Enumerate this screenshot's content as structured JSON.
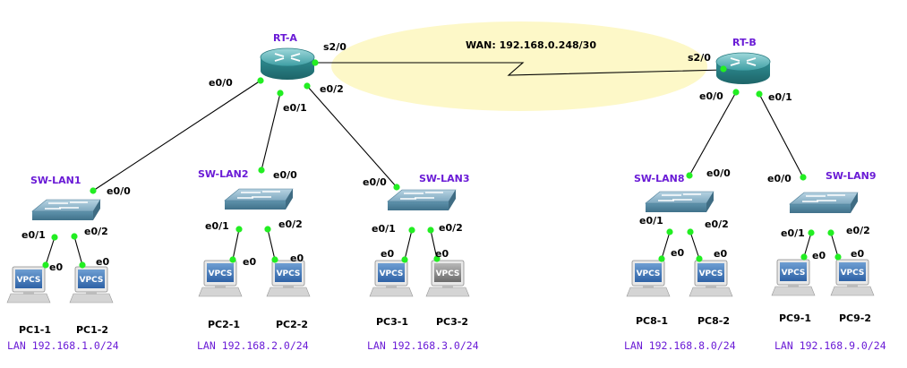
{
  "wan": {
    "label": "WAN: 192.168.0.248/30",
    "highlight_color": "#fdf8c8"
  },
  "colors": {
    "device_label": "#6a1bd6",
    "port_dot": "#22ee22",
    "router": "#2f8e93",
    "switch": "#5f93ac"
  },
  "routers": [
    {
      "id": "rta",
      "name": "RT-A"
    },
    {
      "id": "rtb",
      "name": "RT-B"
    }
  ],
  "switches": [
    {
      "id": "sw1",
      "name": "SW-LAN1"
    },
    {
      "id": "sw2",
      "name": "SW-LAN2"
    },
    {
      "id": "sw3",
      "name": "SW-LAN3"
    },
    {
      "id": "sw8",
      "name": "SW-LAN8"
    },
    {
      "id": "sw9",
      "name": "SW-LAN9"
    }
  ],
  "pcs": [
    {
      "id": "pc11",
      "name": "PC1-1",
      "icon_text": "VPCS"
    },
    {
      "id": "pc12",
      "name": "PC1-2",
      "icon_text": "VPCS"
    },
    {
      "id": "pc21",
      "name": "PC2-1",
      "icon_text": "VPCS"
    },
    {
      "id": "pc22",
      "name": "PC2-2",
      "icon_text": "VPCS"
    },
    {
      "id": "pc31",
      "name": "PC3-1",
      "icon_text": "VPCS"
    },
    {
      "id": "pc32",
      "name": "PC3-2",
      "icon_text": "VPCS"
    },
    {
      "id": "pc81",
      "name": "PC8-1",
      "icon_text": "VPCS"
    },
    {
      "id": "pc82",
      "name": "PC8-2",
      "icon_text": "VPCS"
    },
    {
      "id": "pc91",
      "name": "PC9-1",
      "icon_text": "VPCS"
    },
    {
      "id": "pc92",
      "name": "PC9-2",
      "icon_text": "VPCS"
    }
  ],
  "lans": [
    {
      "id": "lan1",
      "label": "LAN 192.168.1.0/24"
    },
    {
      "id": "lan2",
      "label": "LAN 192.168.2.0/24"
    },
    {
      "id": "lan3",
      "label": "LAN 192.168.3.0/24"
    },
    {
      "id": "lan8",
      "label": "LAN 192.168.8.0/24"
    },
    {
      "id": "lan9",
      "label": "LAN 192.168.9.0/24"
    }
  ],
  "links": [
    {
      "id": "rta-rtb",
      "a": "rta",
      "a_if": "s2/0",
      "b": "rtb",
      "b_if": "s2/0"
    },
    {
      "id": "rta-sw1",
      "a": "rta",
      "a_if": "e0/0",
      "b": "sw1",
      "b_if": "e0/0"
    },
    {
      "id": "rta-sw2",
      "a": "rta",
      "a_if": "e0/1",
      "b": "sw2",
      "b_if": "e0/0"
    },
    {
      "id": "rta-sw3",
      "a": "rta",
      "a_if": "e0/2",
      "b": "sw3",
      "b_if": "e0/0"
    },
    {
      "id": "rtb-sw8",
      "a": "rtb",
      "a_if": "e0/0",
      "b": "sw8",
      "b_if": "e0/0"
    },
    {
      "id": "rtb-sw9",
      "a": "rtb",
      "a_if": "e0/1",
      "b": "sw9",
      "b_if": "e0/0"
    },
    {
      "id": "sw1-pc11",
      "a": "sw1",
      "a_if": "e0/1",
      "b": "pc11",
      "b_if": "e0"
    },
    {
      "id": "sw1-pc12",
      "a": "sw1",
      "a_if": "e0/2",
      "b": "pc12",
      "b_if": "e0"
    },
    {
      "id": "sw2-pc21",
      "a": "sw2",
      "a_if": "e0/1",
      "b": "pc21",
      "b_if": "e0"
    },
    {
      "id": "sw2-pc22",
      "a": "sw2",
      "a_if": "e0/2",
      "b": "pc22",
      "b_if": "e0"
    },
    {
      "id": "sw3-pc31",
      "a": "sw3",
      "a_if": "e0/1",
      "b": "pc31",
      "b_if": "e0"
    },
    {
      "id": "sw3-pc32",
      "a": "sw3",
      "a_if": "e0/2",
      "b": "pc32",
      "b_if": "e0"
    },
    {
      "id": "sw8-pc81",
      "a": "sw8",
      "a_if": "e0/1",
      "b": "pc81",
      "b_if": "e0"
    },
    {
      "id": "sw8-pc82",
      "a": "sw8",
      "a_if": "e0/2",
      "b": "pc82",
      "b_if": "e0"
    },
    {
      "id": "sw9-pc91",
      "a": "sw9",
      "a_if": "e0/1",
      "b": "pc91",
      "b_if": "e0"
    },
    {
      "id": "sw9-pc92",
      "a": "sw9",
      "a_if": "e0/2",
      "b": "pc92",
      "b_if": "e0"
    }
  ]
}
